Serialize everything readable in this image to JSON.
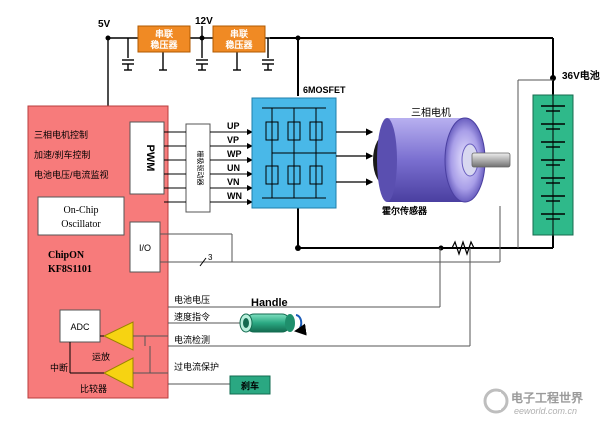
{
  "rails": {
    "v5": "5V",
    "v12": "12V",
    "v36_battery": "36V电池"
  },
  "regulators": [
    {
      "label_line1": "串联",
      "label_line2": "稳压器"
    },
    {
      "label_line1": "串联",
      "label_line2": "稳压器"
    }
  ],
  "mcu": {
    "features": [
      "三相电机控制",
      "加速/刹车控制",
      "电池电压/电流监视"
    ],
    "oscillator_line1": "On-Chip",
    "oscillator_line2": "Oscillator",
    "chip_line1": "ChipON",
    "chip_line2": "KF8S1101",
    "pwm": "PWM",
    "io": "I/O",
    "adc": "ADC",
    "opamp": "运放",
    "comparator": "比较器",
    "interrupt": "中断"
  },
  "driver": {
    "label": "栅极驱动器"
  },
  "phase_signals": [
    "UP",
    "VP",
    "WP",
    "UN",
    "VN",
    "WN"
  ],
  "mosfet": {
    "label": "6MOSFET"
  },
  "motor": {
    "label": "三相电机",
    "hall_sensor": "霍尔传感器"
  },
  "bus": {
    "io_bus_width": "3"
  },
  "signals": {
    "battery_voltage": "电池电压",
    "speed_command": "速度指令",
    "current_detect": "电流检测",
    "overcurrent_protection": "过电流保护"
  },
  "handle": {
    "label": "Handle"
  },
  "brake": {
    "label": "刹车"
  },
  "watermark": {
    "cn": "电子工程世界",
    "en": "eeworld.com.cn"
  },
  "colors": {
    "mcu_fill": "#f77b7b",
    "regulator_fill": "#f08a24",
    "mosfet_fill": "#49b8e8",
    "battery_fill": "#2fb98a",
    "handle_fill": "#2aa882",
    "brake_fill": "#2aa882",
    "amp_fill": "#f6d312",
    "motor_fill": "#8a7fd6"
  }
}
